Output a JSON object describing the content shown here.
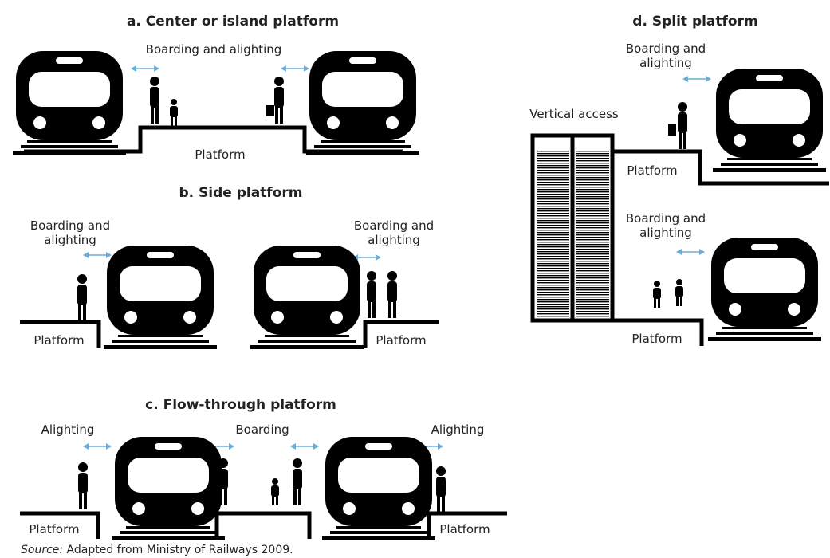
{
  "panels": {
    "a": {
      "title": "a. Center or island platform",
      "boarding": "Boarding and alighting",
      "platform": "Platform"
    },
    "b": {
      "title": "b. Side platform",
      "left_line1": "Boarding and",
      "left_line2": "alighting",
      "right_line1": "Boarding and",
      "right_line2": "alighting",
      "platform_left": "Platform",
      "platform_right": "Platform"
    },
    "c": {
      "title": "c. Flow-through platform",
      "alighting_left": "Alighting",
      "boarding": "Boarding",
      "alighting_right": "Alighting",
      "platform_left": "Platform",
      "platform_right": "Platform"
    },
    "d": {
      "title": "d. Split platform",
      "top_line1": "Boarding and",
      "top_line2": "alighting",
      "vertical_access": "Vertical access",
      "platform_upper": "Platform",
      "bottom_line1": "Boarding and",
      "bottom_line2": "alighting",
      "platform_lower": "Platform"
    }
  },
  "source": {
    "label": "Source:",
    "text": " Adapted from Ministry of Railways 2009."
  },
  "colors": {
    "arrow": "#6aaed6",
    "ink": "#000000"
  }
}
